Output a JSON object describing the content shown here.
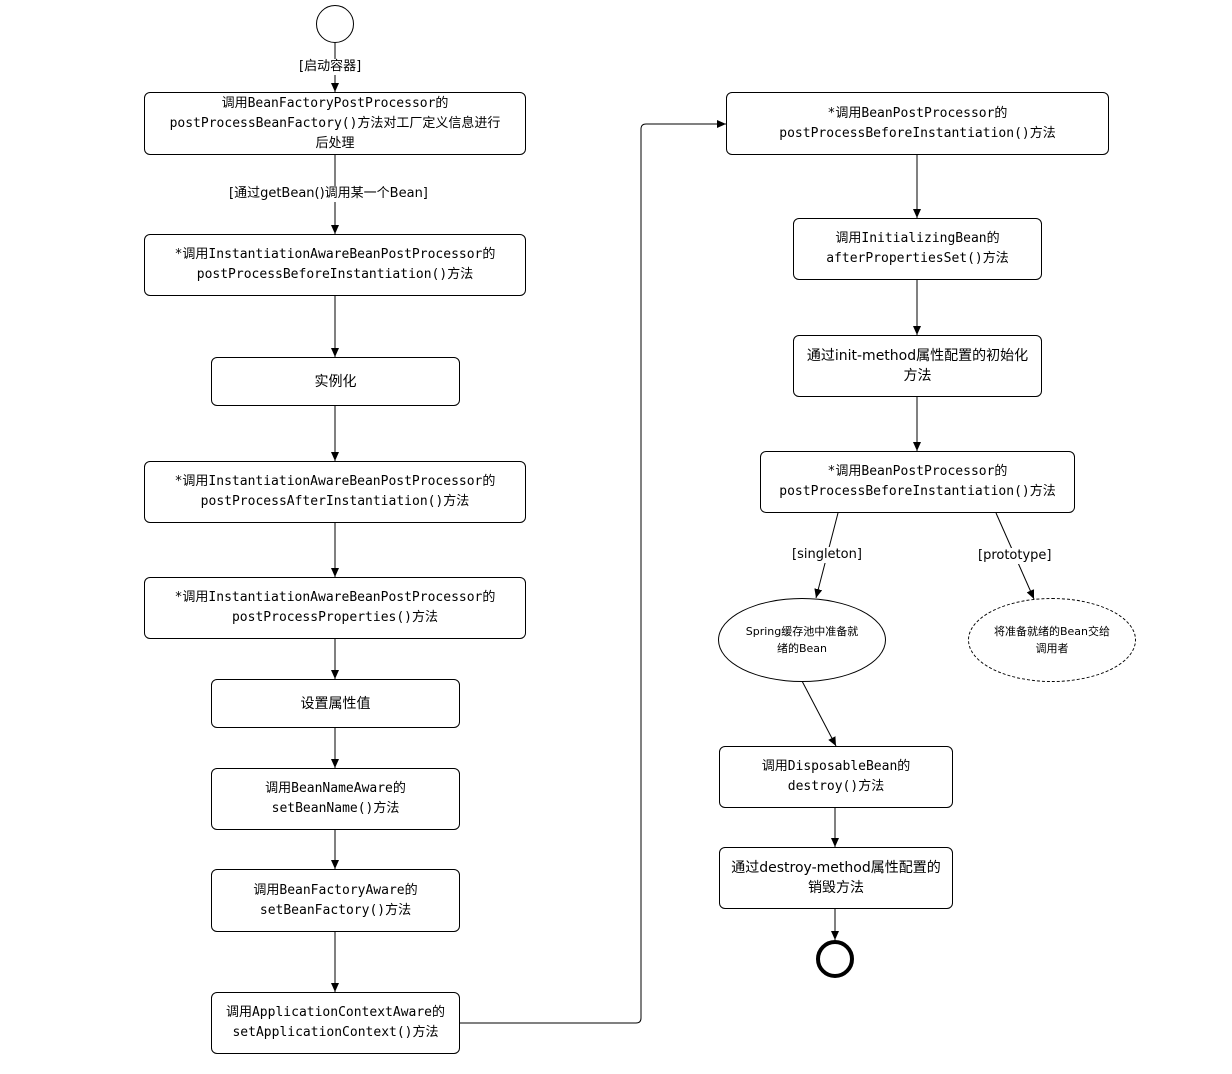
{
  "nodes": {
    "n1": [
      "调用BeanFactoryPostProcessor的",
      "postProcessBeanFactory()方法对工厂定义信息进行",
      "后处理"
    ],
    "n2": [
      "*调用InstantiationAwareBeanPostProcessor的",
      "postProcessBeforeInstantiation()方法"
    ],
    "n3": [
      "实例化"
    ],
    "n4": [
      "*调用InstantiationAwareBeanPostProcessor的",
      "postProcessAfterInstantiation()方法"
    ],
    "n5": [
      "*调用InstantiationAwareBeanPostProcessor的",
      "postProcessProperties()方法"
    ],
    "n6": [
      "设置属性值"
    ],
    "n7": [
      "调用BeanNameAware的",
      "setBeanName()方法"
    ],
    "n8": [
      "调用BeanFactoryAware的",
      "setBeanFactory()方法"
    ],
    "n9": [
      "调用ApplicationContextAware的",
      "setApplicationContext()方法"
    ],
    "r1": [
      "*调用BeanPostProcessor的",
      "postProcessBeforeInstantiation()方法"
    ],
    "r2": [
      "调用InitializingBean的",
      "afterPropertiesSet()方法"
    ],
    "r3": [
      "通过init-method属性配置的初始化",
      "方法"
    ],
    "r4": [
      "*调用BeanPostProcessor的",
      "postProcessBeforeInstantiation()方法"
    ],
    "e1": [
      "Spring缓存池中准备就",
      "绪的Bean"
    ],
    "e2": [
      "将准备就绪的Bean交给",
      "调用者"
    ],
    "r5": [
      "调用DisposableBean的",
      "destroy()方法"
    ],
    "r6": [
      "通过destroy-method属性配置的",
      "销毁方法"
    ]
  },
  "edge_labels": {
    "start_container": "[启动容器]",
    "get_bean": "[通过getBean()调用某一个Bean]",
    "singleton": "[singleton]",
    "prototype": "[prototype]"
  }
}
